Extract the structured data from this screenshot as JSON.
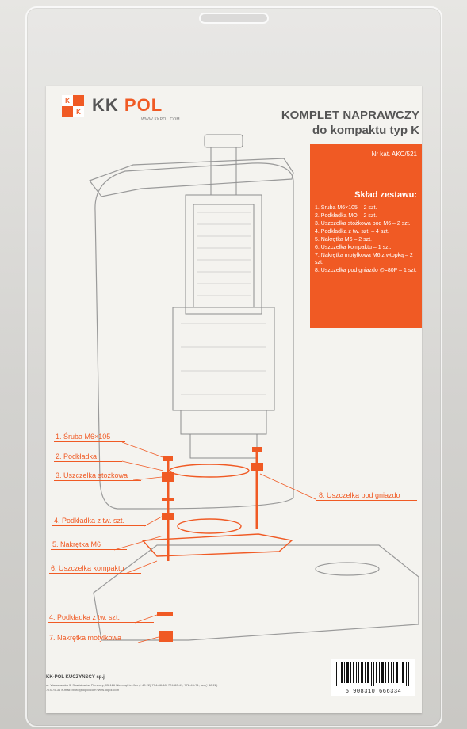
{
  "logo": {
    "letters": [
      "K",
      "K"
    ],
    "brand_kk": "KK",
    "brand_pol": "POL",
    "website": "WWW.KKPOL.COM"
  },
  "header": {
    "title_line1": "KOMPLET NAPRAWCZY",
    "title_line2": "do kompaktu typ K"
  },
  "catalog_number": "Nr kat. AKC/521",
  "contents": {
    "heading": "Skład zestawu:",
    "items": [
      "1. Śruba M6×105 – 2 szt.",
      "2. Podkładka MO – 2 szt.",
      "3. Uszczelka stożkowa pod M6 – 2 szt.",
      "4. Podkładka z tw. szt. – 4 szt.",
      "5. Nakrętka M6 – 2 szt.",
      "6. Uszczelka kompaktu – 1 szt.",
      "7. Nakrętka motylkowa M6 z wtopką – 2 szt.",
      "8. Uszczelka pod gniazdo ∅=80P – 1 szt."
    ]
  },
  "diagram_labels": {
    "l1": "1. Śruba M6×105",
    "l2": "2. Podkładka",
    "l3": "3. Uszczelka stożkowa",
    "l4a": "4. Podkładka z tw. szt.",
    "l5": "5. Nakrętka M6",
    "l6": "6. Uszczelka kompaktu",
    "l4b": "4. Podkładka z tw. szt.",
    "l7": "7. Nakrętka motylkowa",
    "l8": "8. Uszczelka pod gniazdo"
  },
  "footer": {
    "company": "KK-POL KUCZYŃSCY sp.j.",
    "address": "ul. Warszawska 3, Stanisławów Pierwszy, 05-126 Nieporęt tel./fax (+48 22) 774-88-48, 774-80-41, 772-45-71, fax (+48 22) 774-75-36 e-mail: biuro@kkpol.com www.kkpol.com"
  },
  "barcode_number": "5 908310 666334",
  "colors": {
    "accent": "#f05a24",
    "card": "#f4f3ef",
    "line": "#9a9a9a"
  }
}
